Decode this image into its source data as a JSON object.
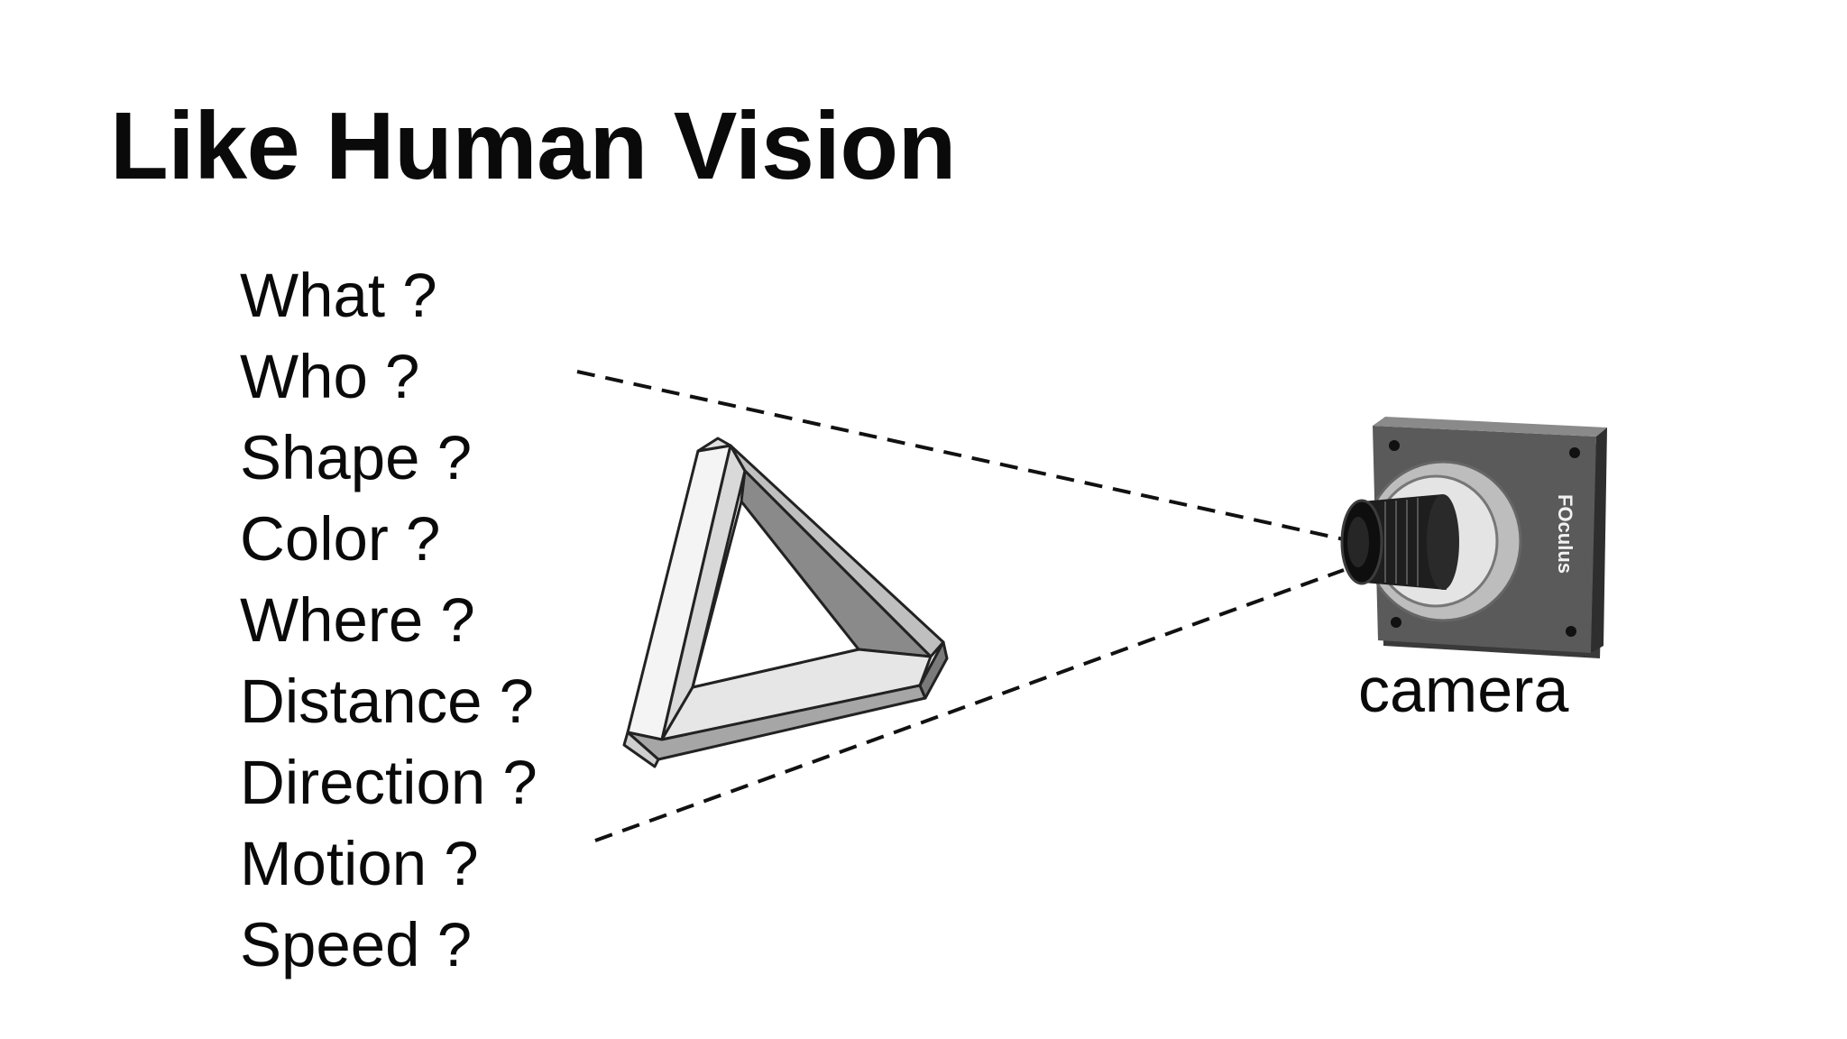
{
  "slide": {
    "title": "Like Human Vision",
    "questions": [
      "What ?",
      "Who ?",
      "Shape ?",
      "Color ?",
      "Where ?",
      "Distance ?",
      "Direction ?",
      "Motion ?",
      "Speed ?"
    ]
  },
  "diagram": {
    "object": "penrose-triangle",
    "camera_label": "camera",
    "camera_brand": "FOculus",
    "sight_line_style": "dashed"
  },
  "colors": {
    "text": "#0a0a0a",
    "background": "#ffffff",
    "camera_body": "#555555"
  }
}
